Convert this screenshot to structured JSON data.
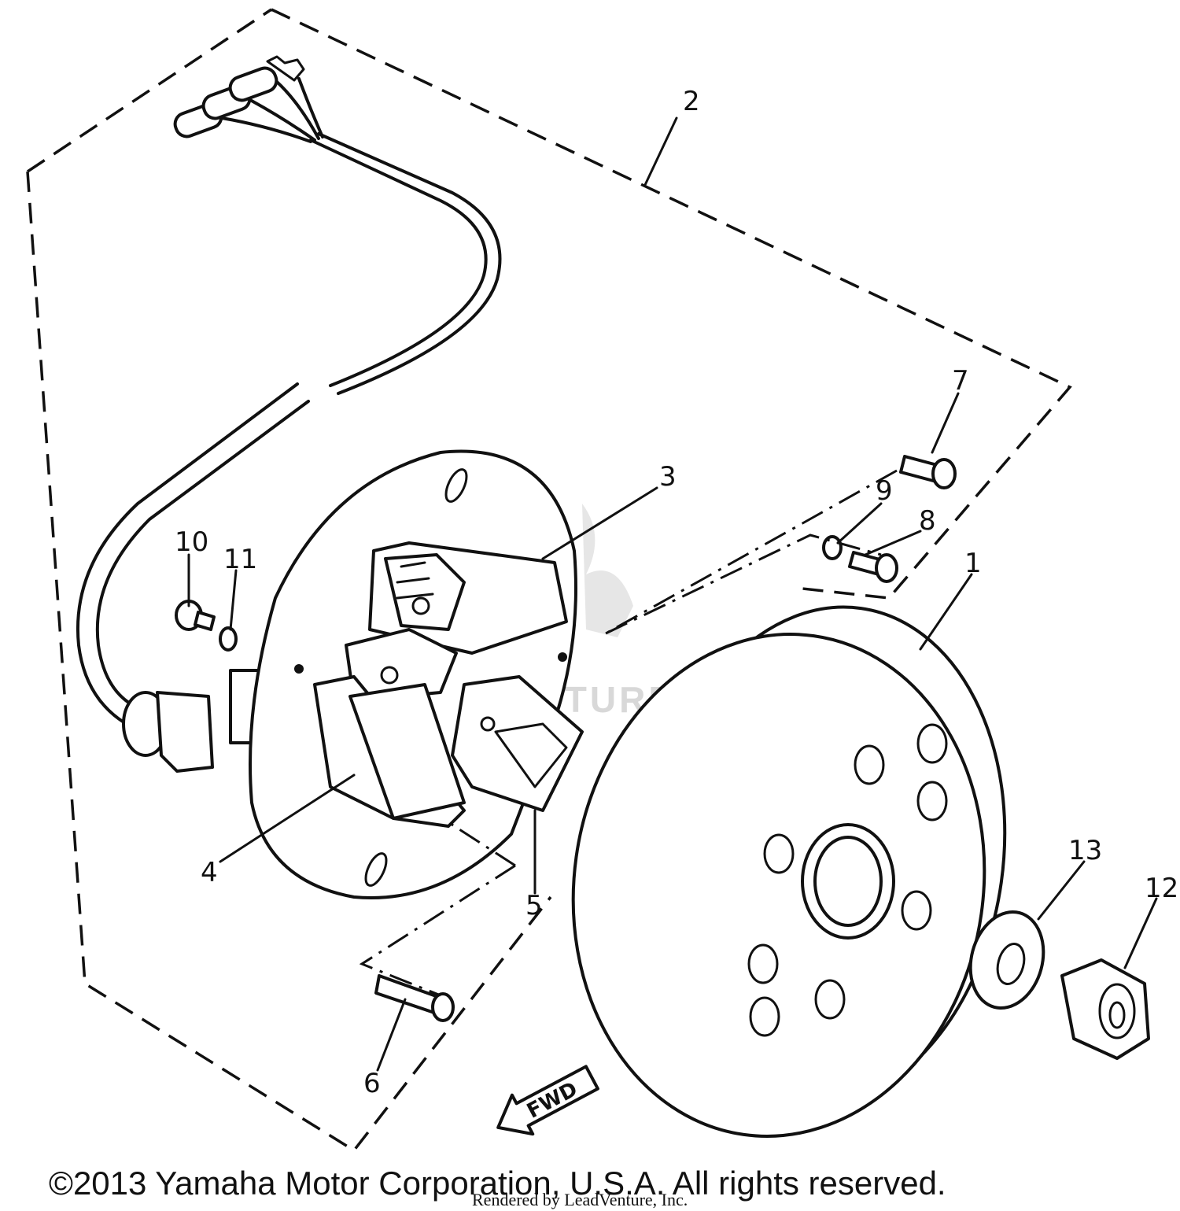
{
  "diagram": {
    "callouts": {
      "c1": "1",
      "c2": "2",
      "c3": "3",
      "c4": "4",
      "c5": "5",
      "c6": "6",
      "c7": "7",
      "c8": "8",
      "c9": "9",
      "c10": "10",
      "c11": "11",
      "c12": "12",
      "c13": "13"
    },
    "direction_tag": "FWD",
    "watermark": "LEADVENTURE",
    "copyright": "©2013 Yamaha Motor Corporation, U.S.A. All rights reserved.",
    "rendered_by": "Rendered by LeadVenture, Inc."
  }
}
